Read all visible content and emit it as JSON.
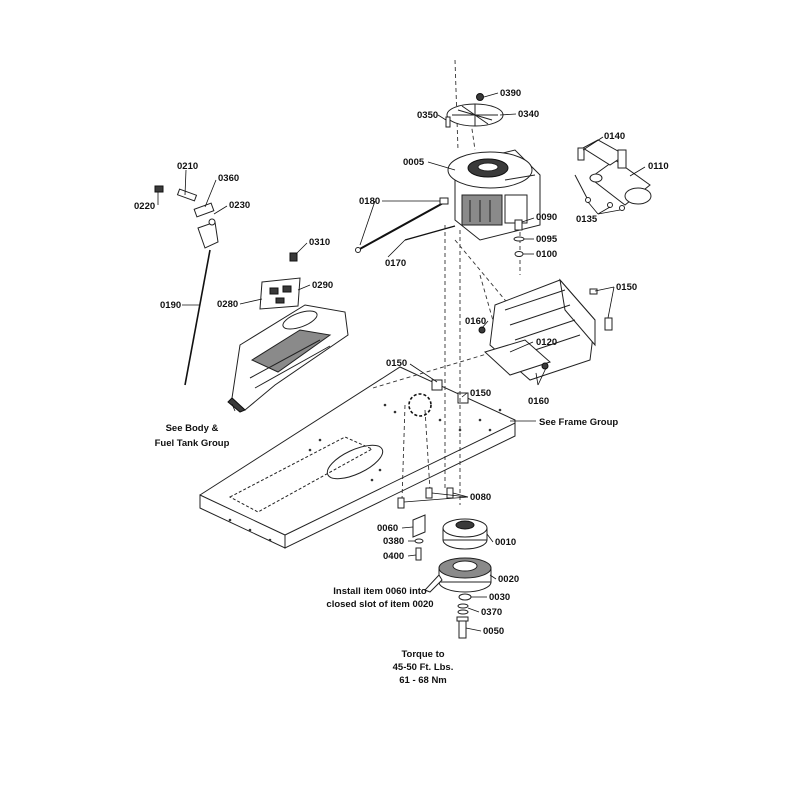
{
  "callouts": {
    "c0390": "0390",
    "c0350": "0350",
    "c0340": "0340",
    "c0005": "0005",
    "c0140": "0140",
    "c0110": "0110",
    "c0135": "0135",
    "c0210": "0210",
    "c0360": "0360",
    "c0220": "0220",
    "c0230": "0230",
    "c0180": "0180",
    "c0170": "0170",
    "c0090": "0090",
    "c0095": "0095",
    "c0100": "0100",
    "c0310": "0310",
    "c0290": "0290",
    "c0280": "0280",
    "c0190": "0190",
    "c0150a": "0150",
    "c0160a": "0160",
    "c0120": "0120",
    "c0160b": "0160",
    "c0150b": "0150",
    "c0150c": "0150",
    "c0080": "0080",
    "c0060": "0060",
    "c0380": "0380",
    "c0400": "0400",
    "c0010": "0010",
    "c0020": "0020",
    "c0030": "0030",
    "c0370": "0370",
    "c0050": "0050"
  },
  "notes": {
    "body_fuel_line1": "See Body &",
    "body_fuel_line2": "Fuel Tank Group",
    "frame_group": "See Frame Group",
    "install_line1": "Install item 0060 into",
    "install_line2": "closed slot of item 0020",
    "torque_line1": "Torque to",
    "torque_line2": "45-50 Ft. Lbs.",
    "torque_line3": "61 - 68 Nm"
  }
}
